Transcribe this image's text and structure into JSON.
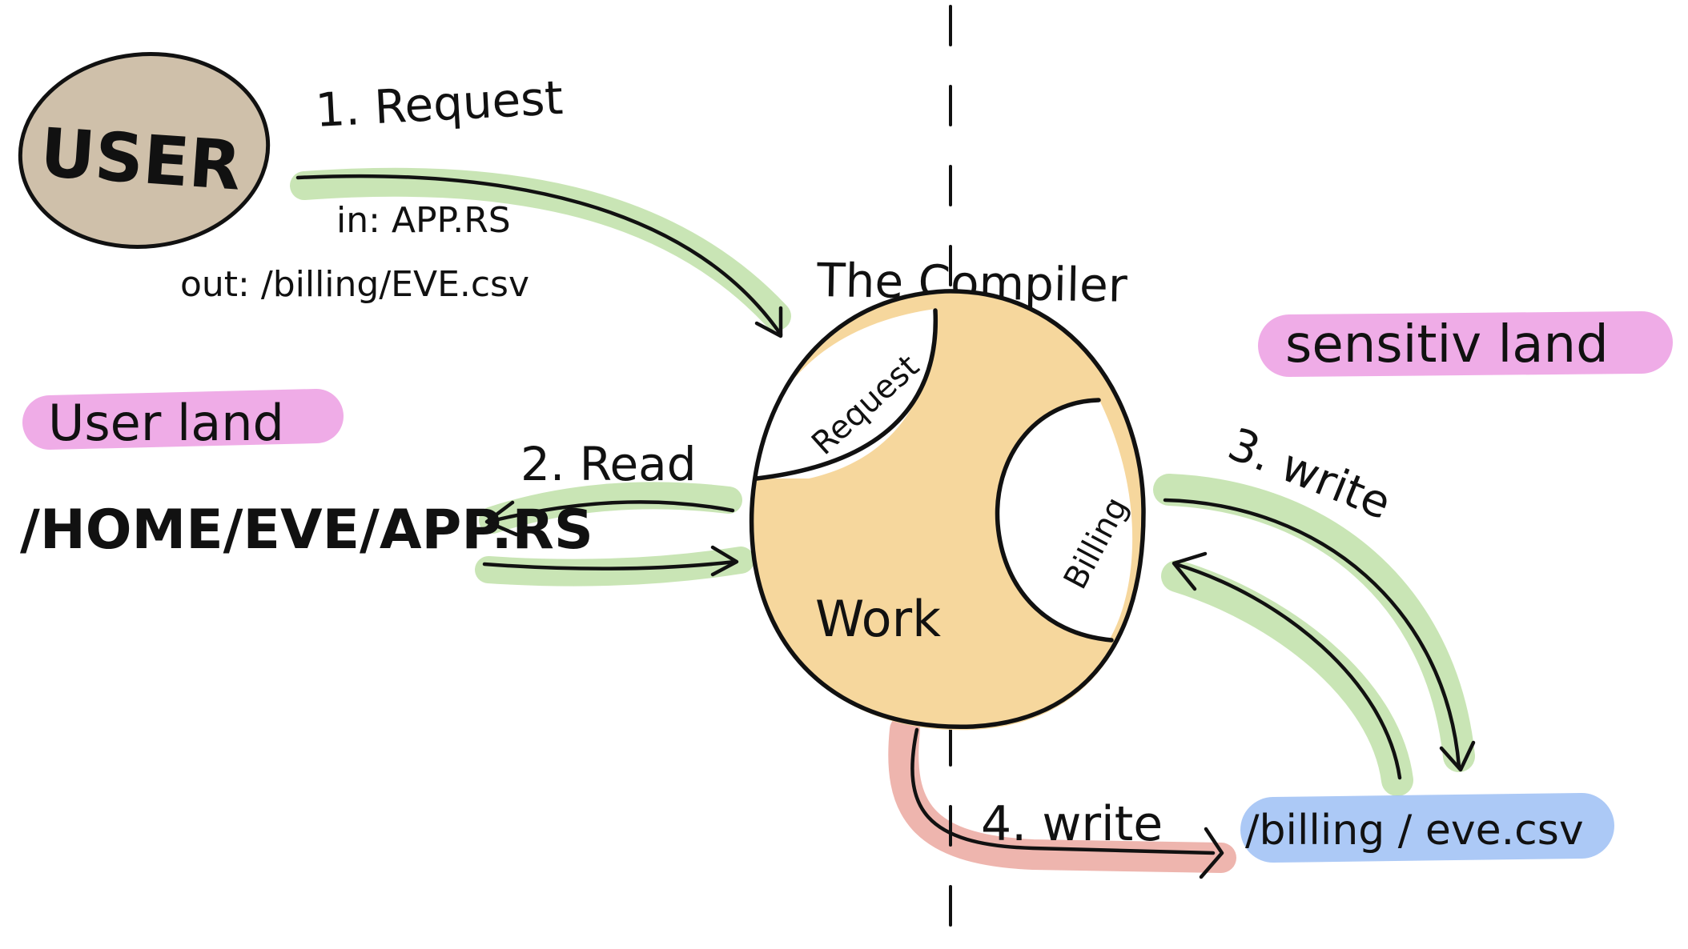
{
  "diagram": {
    "user_node": {
      "label": "USER"
    },
    "compiler": {
      "title": "The Compiler",
      "segments": {
        "request": "Request",
        "billing": "Billing",
        "work": "Work"
      }
    },
    "zones": {
      "user_land": "User land",
      "sensitive_land": "sensitiv land"
    },
    "steps": {
      "request": {
        "label": "1. Request",
        "input": "in: APP.RS",
        "output": "out: /billing/EVE.csv"
      },
      "read": {
        "label": "2. Read"
      },
      "write_3": {
        "label": "3. write"
      },
      "write_4": {
        "label": "4. write"
      }
    },
    "files": {
      "user_file": "/HOME/EVE/APP.RS",
      "billing_file": "/billing / eve.csv"
    },
    "colors": {
      "user_fill": "#cfc0aa",
      "compiler_fill": "#f6d79d",
      "green_marker": "#bfe0a8",
      "pink_marker": "#ec9de3",
      "blue_marker": "#9ec0f5",
      "red_marker": "#eba8a0",
      "ink": "#111111"
    }
  }
}
